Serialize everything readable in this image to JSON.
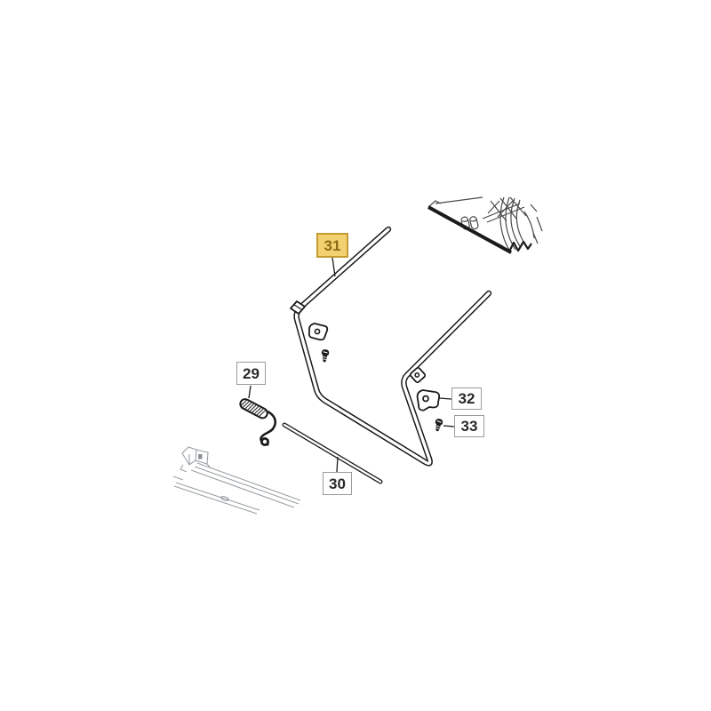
{
  "diagram": {
    "kind": "exploded-parts-diagram",
    "selected_part": "31",
    "callouts": [
      {
        "number": "29",
        "highlighted": false
      },
      {
        "number": "30",
        "highlighted": false
      },
      {
        "number": "31",
        "highlighted": true
      },
      {
        "number": "32",
        "highlighted": false
      },
      {
        "number": "33",
        "highlighted": false
      }
    ],
    "colors": {
      "paper": "#ffffff",
      "line": "#1b1b1b",
      "machine_detail": "#4a4a4a",
      "machine_faded": "#9aa0a4",
      "callout_fill": "#ffffff",
      "callout_border": "#9b9b9b",
      "callout_text": "#2a2a2a",
      "highlight_fill": "#f3d170",
      "highlight_border": "#c59a33",
      "highlight_text": "#8a6a14"
    }
  }
}
